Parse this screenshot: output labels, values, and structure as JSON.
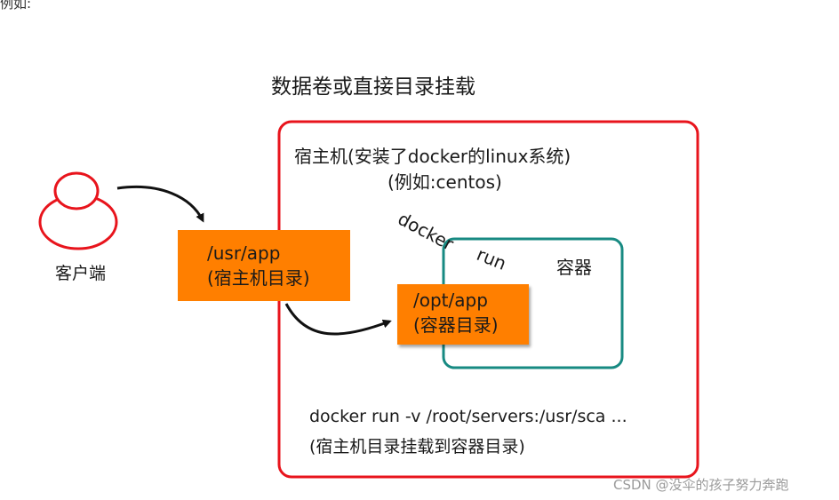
{
  "top_note": "例如:",
  "title": "数据卷或直接目录挂载",
  "host": {
    "title": "宿主机(安装了docker的linux系统)",
    "subtitle": "(例如:centos)"
  },
  "client": {
    "label": "客户端"
  },
  "host_dir": {
    "path": "/usr/app",
    "desc": "(宿主机目录)"
  },
  "container_dir": {
    "path": "/opt/app",
    "desc": "(容器目录)"
  },
  "container": {
    "label": "容器"
  },
  "docker_run": {
    "word1": "docker",
    "word2": "run"
  },
  "command": {
    "line": "docker run -v /root/servers:/usr/sca ...",
    "desc": "(宿主机目录挂载到容器目录)"
  },
  "watermark": "CSDN @没伞的孩子努力奔跑",
  "colors": {
    "host_border": "#e8141c",
    "container_border": "#178a82",
    "box_fill": "#ff7f00",
    "client_icon": "#e8141c",
    "arrow": "#111111"
  }
}
